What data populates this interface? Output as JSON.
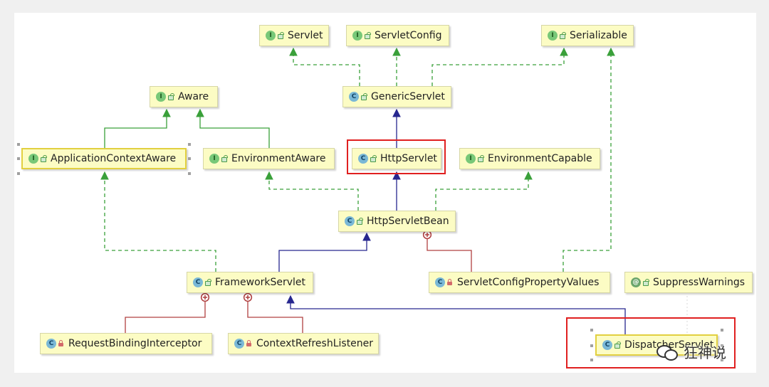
{
  "nodes": {
    "servlet": {
      "label": "Servlet",
      "kind": "I"
    },
    "servlet_config": {
      "label": "ServletConfig",
      "kind": "I"
    },
    "serializable": {
      "label": "Serializable",
      "kind": "I"
    },
    "aware": {
      "label": "Aware",
      "kind": "I"
    },
    "generic_servlet": {
      "label": "GenericServlet",
      "kind": "C"
    },
    "application_context_aware": {
      "label": "ApplicationContextAware",
      "kind": "I"
    },
    "environment_aware": {
      "label": "EnvironmentAware",
      "kind": "I"
    },
    "http_servlet": {
      "label": "HttpServlet",
      "kind": "C"
    },
    "environment_capable": {
      "label": "EnvironmentCapable",
      "kind": "I"
    },
    "http_servlet_bean": {
      "label": "HttpServletBean",
      "kind": "C"
    },
    "framework_servlet": {
      "label": "FrameworkServlet",
      "kind": "C"
    },
    "servlet_config_property_values": {
      "label": "ServletConfigPropertyValues",
      "kind": "C"
    },
    "suppress_warnings": {
      "label": "SuppressWarnings",
      "kind": "@"
    },
    "request_binding_interceptor": {
      "label": "RequestBindingInterceptor",
      "kind": "C"
    },
    "context_refresh_listener": {
      "label": "ContextRefreshListener",
      "kind": "C"
    },
    "dispatcher_servlet": {
      "label": "DispatcherServlet",
      "kind": "C"
    }
  },
  "colors": {
    "implements": "#3aa03a",
    "extends": "#27278f",
    "inner": "#b04040",
    "highlight": "#e02020"
  },
  "watermark": {
    "text": "狂神说"
  }
}
